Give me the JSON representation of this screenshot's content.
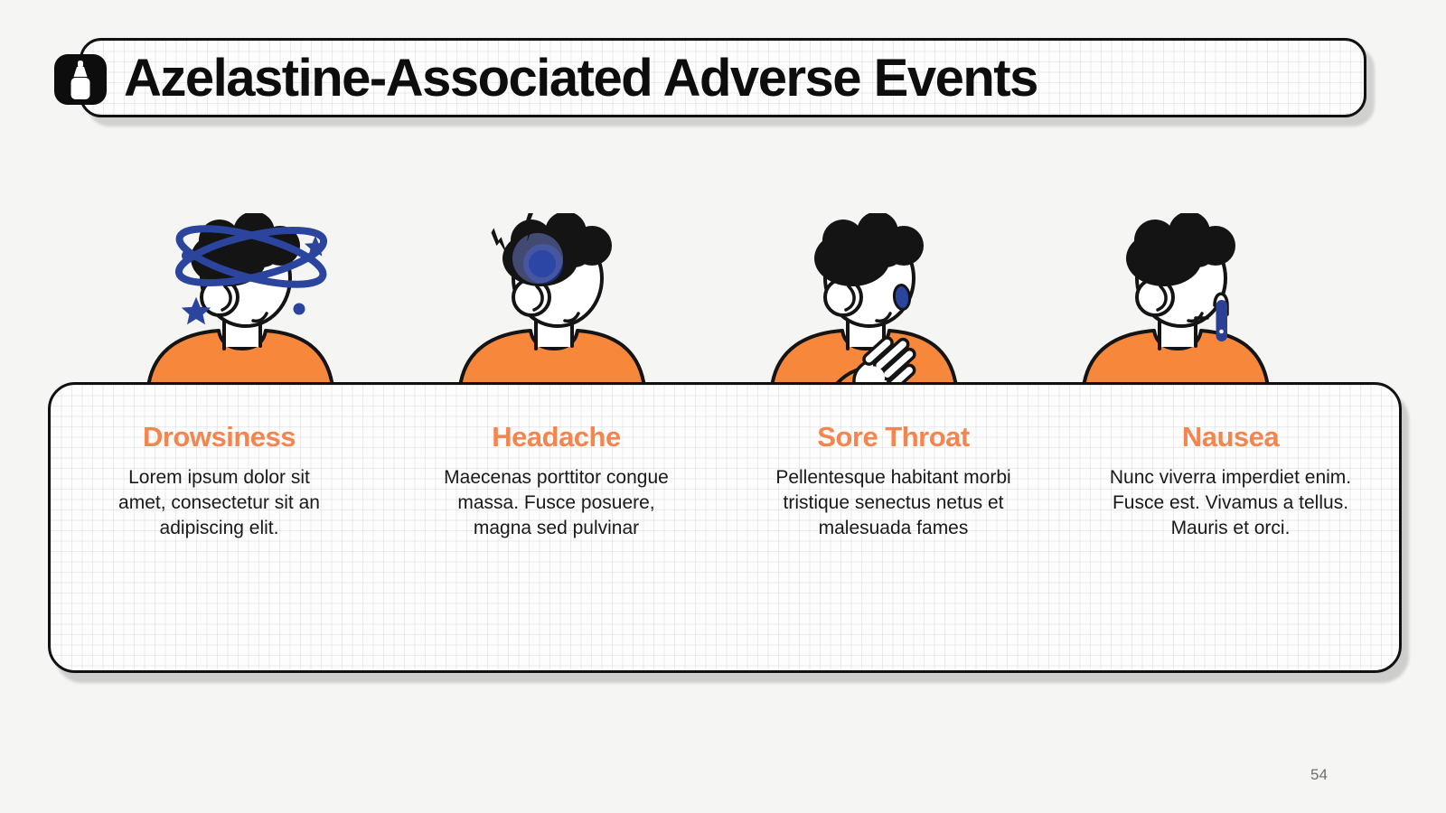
{
  "title_bar": {
    "title": "Azelastine-Associated Adverse Events",
    "icon": "nasal-spray-bottle-icon"
  },
  "colors": {
    "page_background": "#f5f5f3",
    "heading_orange": "#f5854e",
    "shirt_orange": "#f6873b",
    "navy": "#2b459f",
    "navy_dark": "#2b3f97",
    "outline_black": "#141414"
  },
  "columns": [
    {
      "heading": "Drowsiness",
      "body": "Lorem ipsum dolor sit amet, consectetur sit an adipiscing elit.",
      "illustration": "dizzy-person-illustration"
    },
    {
      "heading": "Headache",
      "body": "Maecenas porttitor congue massa. Fusce posuere, magna sed pulvinar",
      "illustration": "headache-person-illustration"
    },
    {
      "heading": "Sore Throat",
      "body": "Pellentesque habitant morbi tristique senectus netus et malesuada fames",
      "illustration": "sore-throat-person-illustration"
    },
    {
      "heading": "Nausea",
      "body": "Nunc viverra imperdiet enim. Fusce est. Vivamus a tellus. Mauris et orci.",
      "illustration": "nausea-person-illustration"
    }
  ],
  "footer": {
    "page_number": "54"
  }
}
